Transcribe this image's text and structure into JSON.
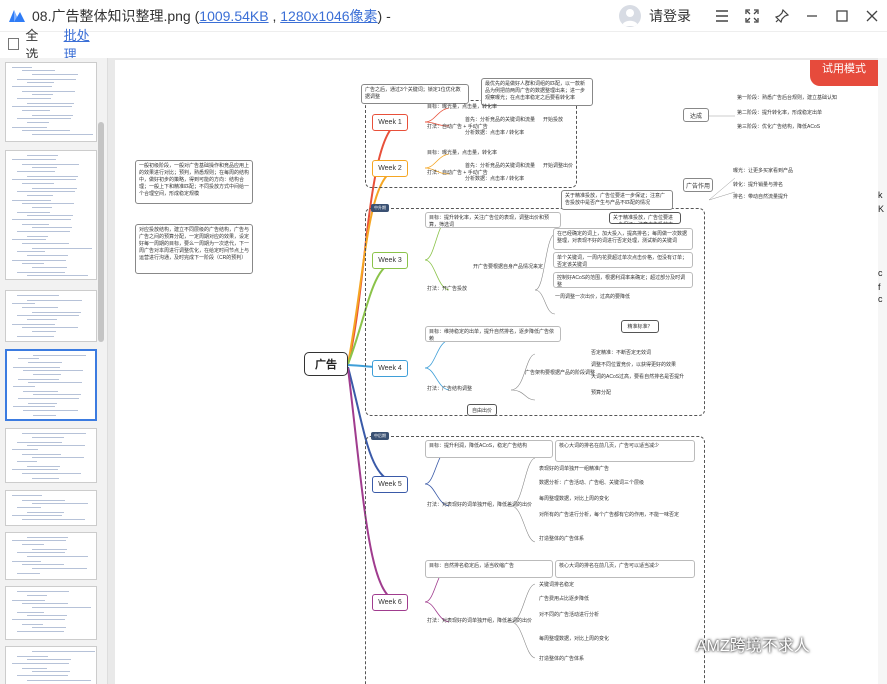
{
  "window": {
    "filename": "08.广告整体知识整理.png",
    "size": "1009.54KB",
    "dims": "1280x1046像素",
    "tail": ") -",
    "login": "请登录"
  },
  "toolbar": {
    "select_all": "全选",
    "batch": "批处理"
  },
  "trial": {
    "label": "试用模式"
  },
  "watermark": "AMZ跨境不求人",
  "mindmap": {
    "central": "广告",
    "weeks": [
      "Week 1",
      "Week 2",
      "Week 3",
      "Week 4",
      "Week 5",
      "Week 6"
    ],
    "side_labels": [
      "达成",
      "广告作用",
      "精准标准？",
      "自由出价",
      "中升期",
      "中后期"
    ],
    "left_notes": [
      "一般初级阶段，一般对广告基础操作和竞品应用上的效果进行对比；预判，熟悉规则；在每周的结构中，做好初步的策略，得到可能的方向：结构合理；一般上下和精准匹配；不同投放方式中间给一个合理空间，形成稳定规模",
      "对应投放结构，建立不同层级的广告结构，广告与广告之间的预算分配，一定周期对应的效果，设定好每一周期的目标，要么一周期为一次迭代，下一周广告对本周进行调整优化，在给定时间节点上与运营进行沟通，及时完成下一阶段（CR的预判）"
    ],
    "top_notes": [
      "广告之后，通过3个关键词；锁定1位优化数据调整",
      "最优先的是做好人群和词组的匹配，以一款新品为例把前两周广告的数据整理出来；进一步观察曝光；在点击率稳定之后要看转化率",
      "关于精准投放，广告位要进一步保证；注意广告投放中是否产生与产品不匹配的情况"
    ],
    "right_notes": [
      "第一阶段：熟悉广告后台规则，建立基础认知",
      "第二阶段：提升转化率，形成稳定出单",
      "第三阶段：优化广告结构，降低ACoS"
    ],
    "ad_role": [
      "曝光：让更多买家看到产品",
      "转化：提升销量与排名",
      "排名：带动自然流量提升"
    ],
    "w12_items": [
      "目标：曝光量，点击量，转化率",
      "打法：自动广告 + 手动广告",
      "首先：分析竞品的关键词和流量",
      "开始投放",
      "开始调整出价",
      "分析数据：点击率 / 转化率"
    ],
    "w3_items": [
      "目标：提升转化率，关注广告位的表现，调整出价和预算，筛选词",
      "打法：开广告投放",
      "开广告要根据自身产品情况来定",
      "在已经确定的词上，加大投入，提高排名；每周做一次数据整理，对表现不好的词进行否定处理，测试新的关键词",
      "单个关键词，一周内花费超过单次点击价格，但没有订单；否定该关键词",
      "控制好ACoS的范围，根据利润率来确定；超过部分及时调整",
      "一周调整一次出价，过高的要降低"
    ],
    "w4_items": [
      "目标：维持稳定的出单，提升自然排名，逐步降低广告依赖",
      "打法：广告结构调整",
      "广告架构要根据产品的阶段调整",
      "否定精准：不断否定无效词",
      "调整不同位置竞价，以获得更好的效果",
      "大词的ACoS过高，要看自然排名是否提升",
      "预算分配"
    ],
    "w56_items": [
      "目标：提升利润，降低ACoS，稳定广告结构",
      "打法：对表现好的词单独开组，降低差词的出价",
      "核心大词的排名在前几页，广告可以适当减少",
      "表现好的词单独开一组精准广告",
      "数据分析：广告活动、广告组、关键词三个层级",
      "每周整理数据，对比上周的变化",
      "对所有的广告进行分析，每个广告都有它的作用，不能一味否定",
      "打造整体的广告体系",
      "目标：自然排名稳定后，适当收缩广告",
      "关键词排名稳定",
      "广告费用占比逐步降低",
      "对不同的广告活动进行分析"
    ]
  }
}
